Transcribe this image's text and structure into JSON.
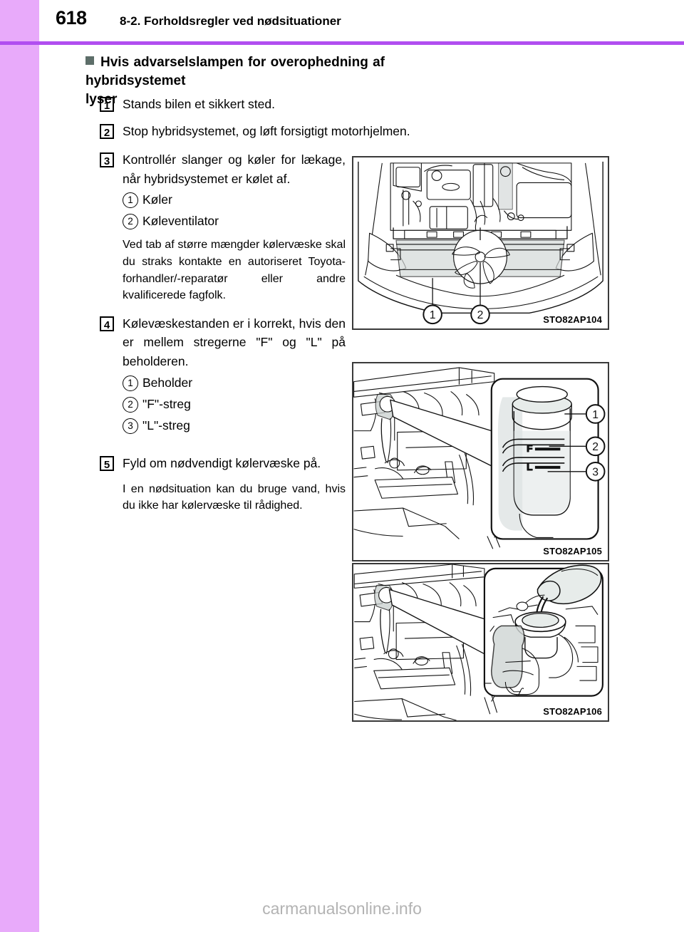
{
  "page": {
    "number": "618",
    "chapter_title": "8-2. Forholdsregler ved nødsituationer",
    "watermark": "carmanualsonline.info",
    "accent_color": "#b14ef0",
    "band_color": "#e8aafa",
    "bullet_color": "#5d6e69"
  },
  "section": {
    "heading_line1": "Hvis advarselslampen for overophedning af hybridsystemet",
    "heading_line2": "lyser"
  },
  "steps": [
    {
      "number": "1",
      "text": "Stands bilen et sikkert sted."
    },
    {
      "number": "2",
      "text": "Stop hybridsystemet, og løft forsigtigt motorhjelmen."
    },
    {
      "number": "3",
      "text": "Kontrollér slanger og køler for lækage, når hybridsystemet er kølet af.",
      "callouts": [
        {
          "number": "1",
          "label": "Køler"
        },
        {
          "number": "2",
          "label": "Køleventilator"
        }
      ],
      "note": "Ved tab af større mængder kølervæske skal du straks kontakte en autoriseret Toyota-forhandler/-reparatør eller andre kvalificerede fagfolk."
    },
    {
      "number": "4",
      "text": "Kølevæskestanden er i korrekt, hvis den er mellem stregerne \"F\" og \"L\" på beholderen.",
      "callouts": [
        {
          "number": "1",
          "label": "Beholder"
        },
        {
          "number": "2",
          "label": "\"F\"-streg"
        },
        {
          "number": "3",
          "label": "\"L\"-streg"
        }
      ]
    },
    {
      "number": "5",
      "text": "Fyld om nødvendigt kølervæske på.",
      "note": "I en nødsituation kan du bruge vand, hvis du ikke har kølervæske til rådighed."
    }
  ],
  "figures": [
    {
      "code": "STO82AP104",
      "caption": "Front engine bay view showing radiator and cooling fan",
      "callouts": [
        "1",
        "2"
      ]
    },
    {
      "code": "STO82AP105",
      "caption": "Coolant reservoir tank with F and L level lines",
      "callouts": [
        "1",
        "2",
        "3"
      ],
      "marks": [
        "F",
        "L"
      ]
    },
    {
      "code": "STO82AP106",
      "caption": "Pouring coolant into the reservoir tank",
      "callouts": []
    }
  ]
}
